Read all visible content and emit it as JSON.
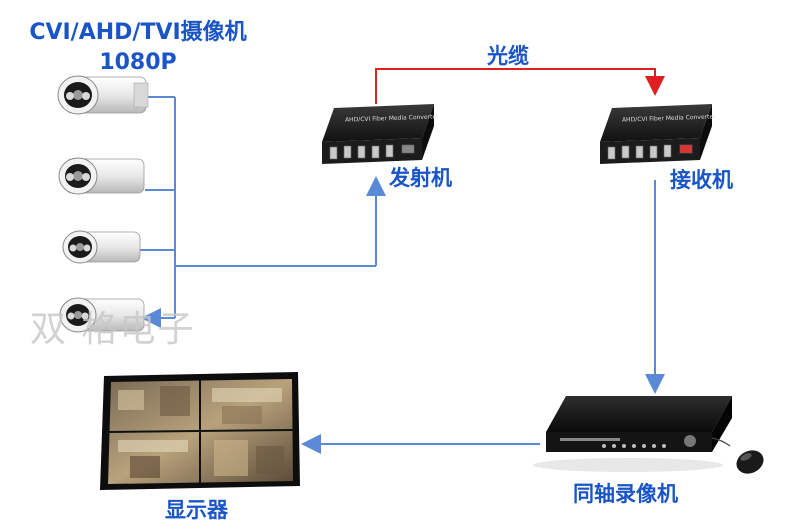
{
  "camera_title": {
    "line1": "CVI/AHD/TVI摄像机",
    "line2": "1080P"
  },
  "labels": {
    "fiber": "光缆",
    "transmitter": "发射机",
    "receiver": "接收机",
    "dvr": "同轴录像机",
    "monitor": "显示器"
  },
  "device_text": {
    "transmitter_panel": "AHD/CVI Fiber Media Converter",
    "receiver_panel": "AHD/CVI Fiber Media Converter"
  },
  "watermark": "双  格电子",
  "colors": {
    "fiber_line": "#e02020",
    "signal_line": "#5a8ad6",
    "label_blue": "#1a55c8"
  }
}
